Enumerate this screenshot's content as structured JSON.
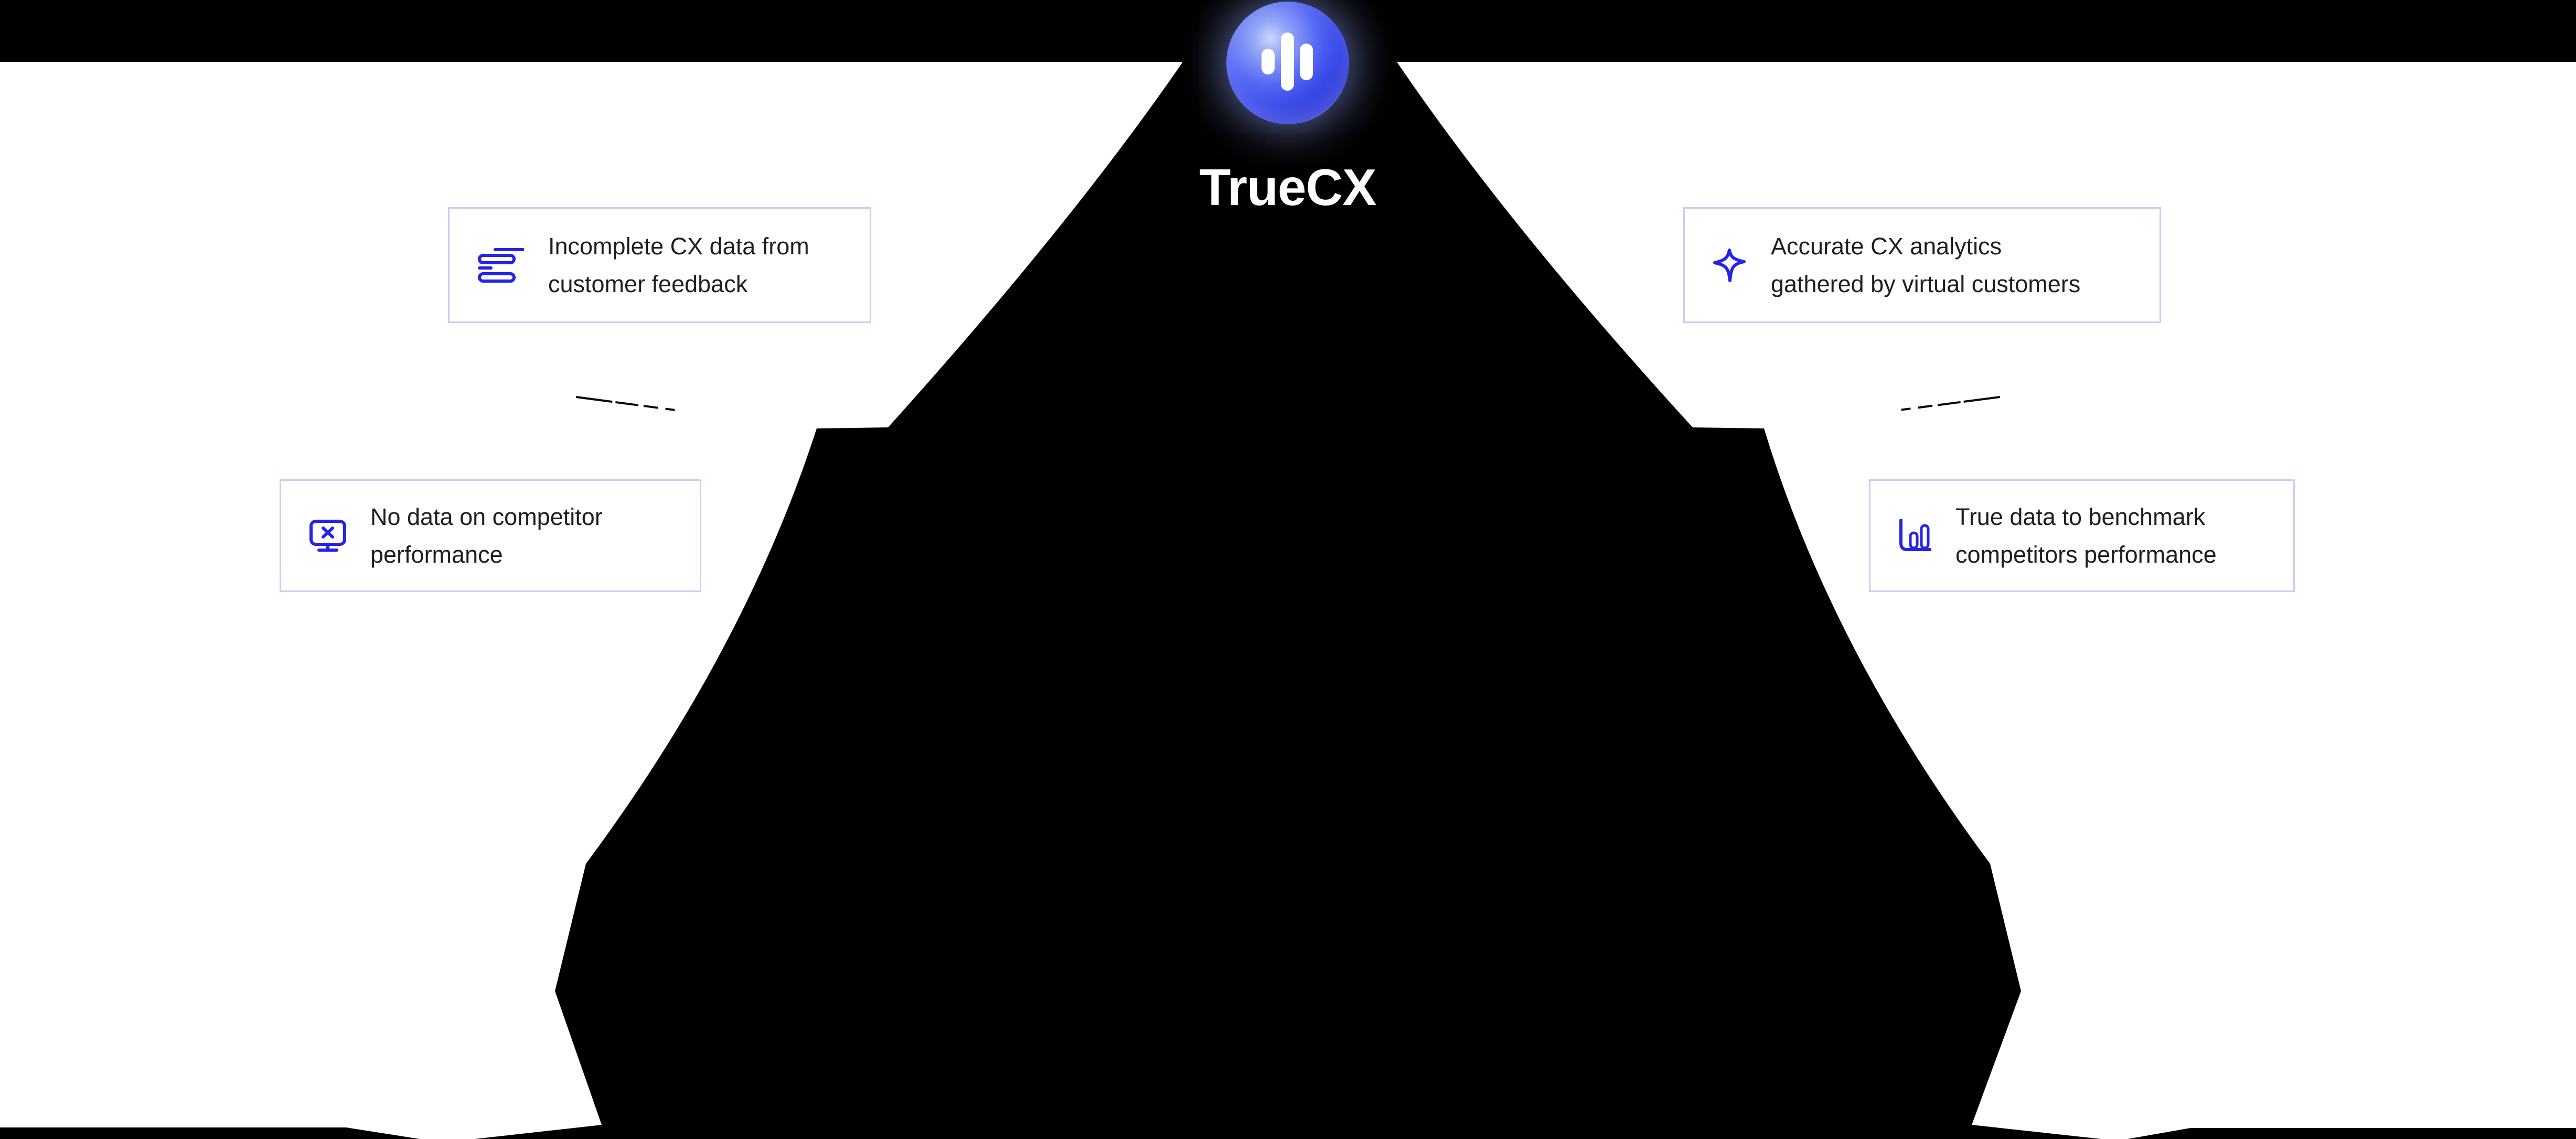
{
  "brand": {
    "title": "TrueCX",
    "logo_icon": "waveform-logo-icon"
  },
  "callouts": {
    "top_left": {
      "icon": "feedback-list-icon",
      "line1": "Incomplete CX data from",
      "line2": "customer feedback"
    },
    "top_right": {
      "icon": "sparkle-icon",
      "line1": "Accurate CX analytics",
      "line2": "gathered by virtual customers"
    },
    "bottom_left": {
      "icon": "monitor-error-icon",
      "line1": "No data on competitor",
      "line2": "performance"
    },
    "bottom_right": {
      "icon": "bar-chart-icon",
      "line1": "True data to benchmark",
      "line2": "competitors performance"
    }
  },
  "colors": {
    "accent": "#2424e8",
    "card_border": "#c9cdf3",
    "body_text": "#1e1e1e",
    "beam_black": "#000000",
    "title_text": "#ffffff",
    "logo_blue_light": "#aab8fa",
    "logo_blue_deep": "#2531d2"
  }
}
